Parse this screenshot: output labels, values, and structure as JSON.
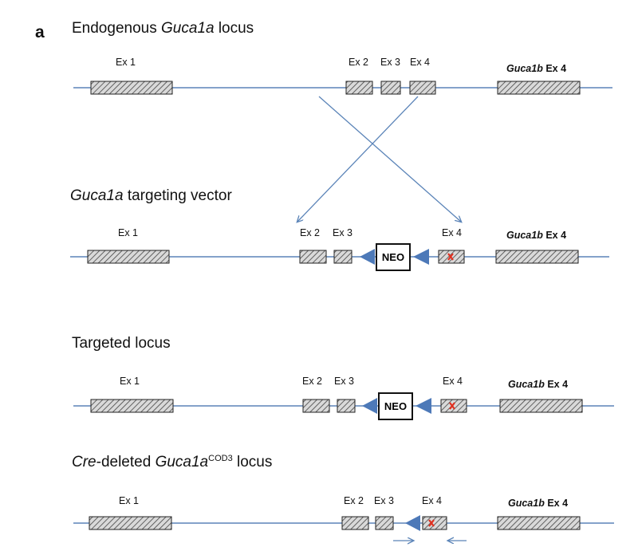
{
  "panel_label": "a",
  "colors": {
    "line": "#5b84b8",
    "hatch": "#444444",
    "exon_fill": "#d9d9d9",
    "loxp": "#4d79b8",
    "mutation": "#e03020",
    "neo_border": "#111111"
  },
  "sections": [
    {
      "title_parts": [
        {
          "t": "Endogenous "
        },
        {
          "t": "Guca1a",
          "i": true
        },
        {
          "t": " locus"
        }
      ],
      "exon_labels": [
        "Ex 1",
        "Ex 2",
        "Ex 3",
        "Ex 4"
      ],
      "guca1b_label": {
        "gene": "Guca1b",
        "exon": " Ex 4"
      }
    },
    {
      "title_parts": [
        {
          "t": "Guca1a",
          "i": true
        },
        {
          "t": " targeting vector"
        }
      ],
      "exon_labels": [
        "Ex 1",
        "Ex 2",
        "Ex 3",
        "Ex 4"
      ],
      "guca1b_label": {
        "gene": "Guca1b",
        "exon": " Ex 4"
      },
      "neo_label": "NEO"
    },
    {
      "title_parts": [
        {
          "t": "Targeted locus"
        }
      ],
      "exon_labels": [
        "Ex 1",
        "Ex 2",
        "Ex 3",
        "Ex 4"
      ],
      "guca1b_label": {
        "gene": "Guca1b",
        "exon": " Ex 4"
      },
      "neo_label": "NEO"
    },
    {
      "title_parts": [
        {
          "t": "Cre",
          "i": true
        },
        {
          "t": "-deleted "
        },
        {
          "t": "Guca1a",
          "i": true
        },
        {
          "t": "COD3",
          "sup": true
        },
        {
          "t": " locus"
        }
      ],
      "exon_labels": [
        "Ex 1",
        "Ex 2",
        "Ex 3",
        "Ex 4"
      ],
      "guca1b_label": {
        "gene": "Guca1b",
        "exon": " Ex 4"
      }
    }
  ]
}
